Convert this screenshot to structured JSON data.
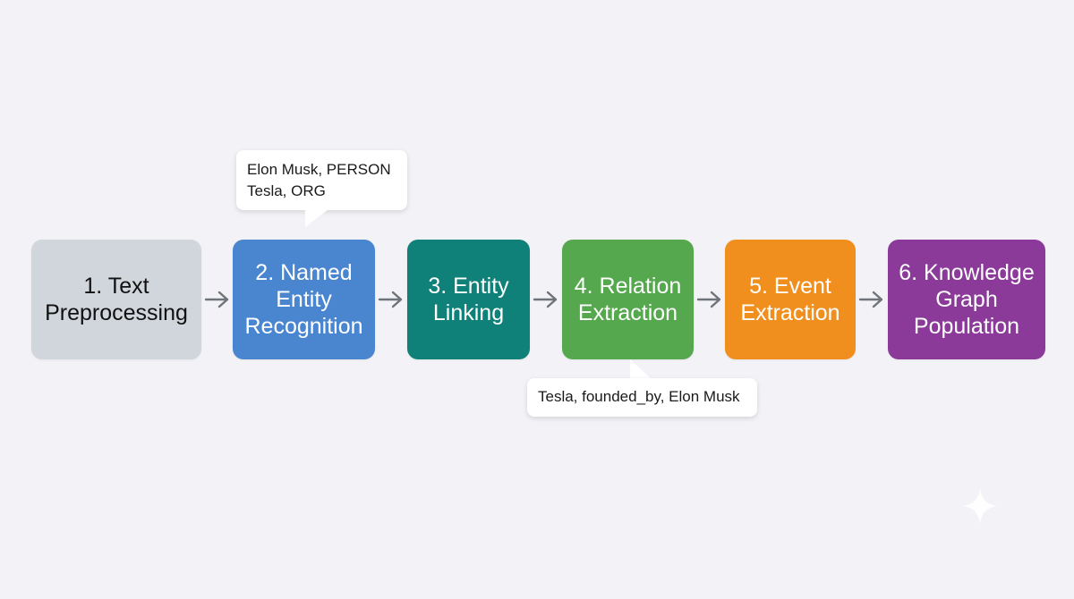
{
  "steps": [
    {
      "label": "1. Text Preprocessing",
      "color": "#d1d6dd",
      "text_color": "#111111"
    },
    {
      "label": "2. Named Entity Recognition",
      "color": "#4a86cf",
      "text_color": "#ffffff"
    },
    {
      "label": "3. Entity Linking",
      "color": "#0f8178",
      "text_color": "#ffffff"
    },
    {
      "label": "4. Relation Extraction",
      "color": "#55a84d",
      "text_color": "#ffffff"
    },
    {
      "label": "5. Event Extraction",
      "color": "#f08f1e",
      "text_color": "#ffffff"
    },
    {
      "label": "6. Knowledge Graph Population",
      "color": "#8b3a9a",
      "text_color": "#ffffff"
    }
  ],
  "callouts": {
    "ner": {
      "lines": [
        "Elon Musk, PERSON",
        "Tesla, ORG"
      ]
    },
    "relation": {
      "lines": [
        "Tesla, founded_by, Elon Musk"
      ]
    }
  },
  "colors": {
    "background": "#f3f3f7",
    "arrow": "#6f747b"
  }
}
